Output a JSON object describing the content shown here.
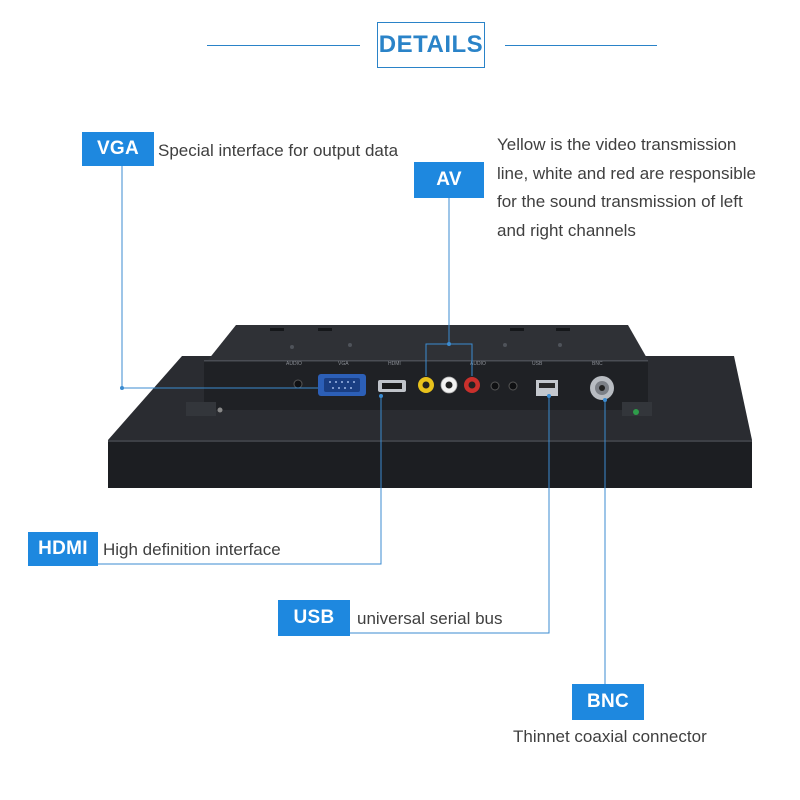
{
  "header": {
    "title": "DETAILS"
  },
  "labels": {
    "vga": {
      "tag": "VGA",
      "desc": "Special interface for output data"
    },
    "av": {
      "tag": "AV",
      "desc_lines": [
        "Yellow is the video transmission",
        "line, white and red are responsible",
        "for the sound transmission of left",
        "and right channels"
      ]
    },
    "hdmi": {
      "tag": "HDMI",
      "desc": "High definition interface"
    },
    "usb": {
      "tag": "USB",
      "desc": "universal serial bus"
    },
    "bnc": {
      "tag": "BNC",
      "desc": "Thinnet coaxial connector"
    }
  },
  "colors": {
    "accent": "#1e88df",
    "line": "#3b8bd0",
    "device": "#25272b",
    "port_yellow": "#e8c21c",
    "port_white": "#f2f2f2",
    "port_red": "#c9302c"
  }
}
